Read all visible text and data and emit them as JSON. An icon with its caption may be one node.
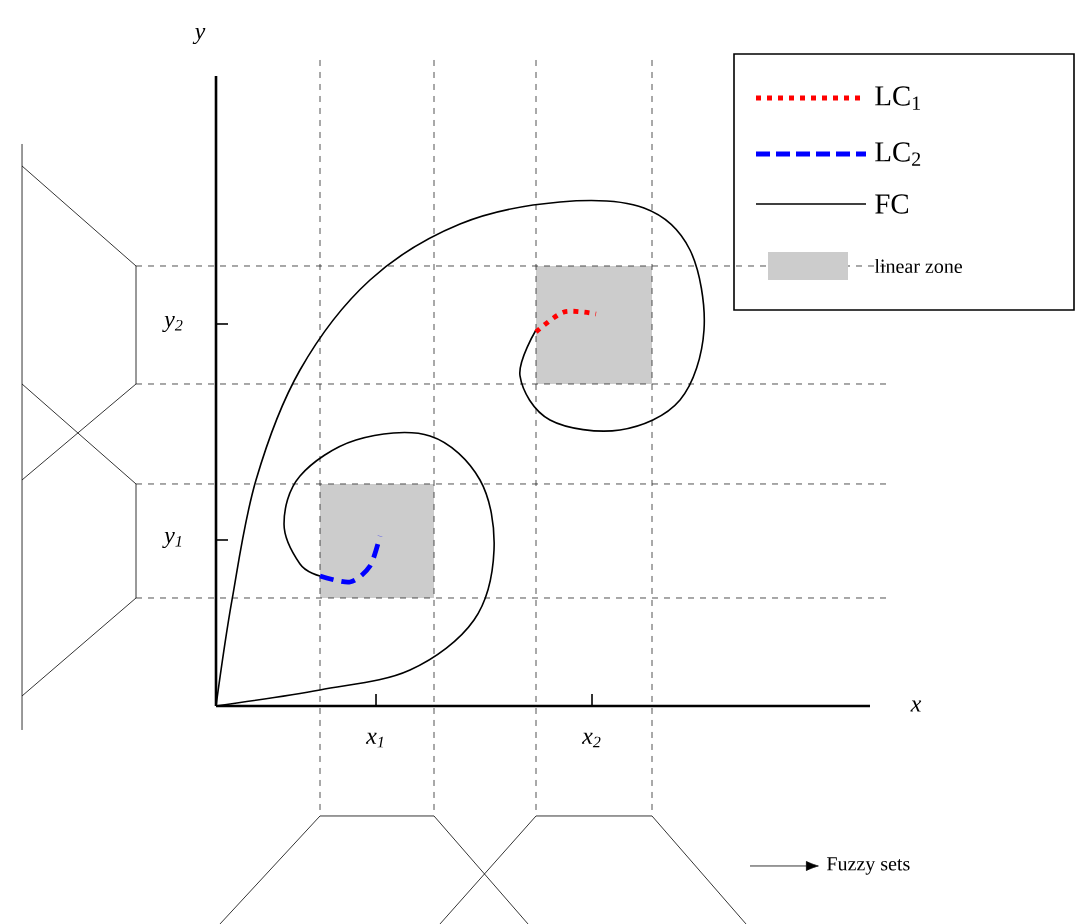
{
  "diagram": {
    "labels": [
      "y",
      "y$_{2}$",
      "y$_{1}$",
      "x",
      "x$_{1}$",
      "x$_{2}$"
    ],
    "legend": [
      {
        "text": "LC$_{1}$"
      },
      {
        "text": "LC$_{2}$"
      },
      {
        "text": "FC"
      },
      {
        "text": "linear zone",
        "color": "#cccccc"
      },
      {
        "text": "Fuzzy sets"
      }
    ]
  }
}
